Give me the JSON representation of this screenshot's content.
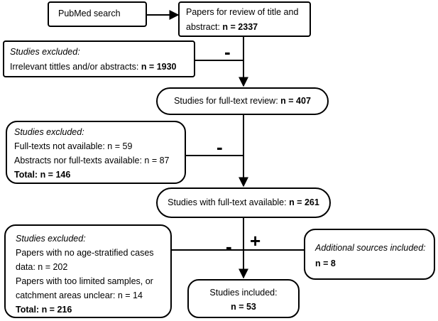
{
  "search": {
    "label": "PubMed search"
  },
  "review": {
    "line1": "Papers for review of title and",
    "line2_prefix": "abstract: ",
    "line2_value": "n = 2337"
  },
  "excluded1": {
    "heading": "Studies excluded:",
    "reason": "Irrelevant tittles and/or abstracts: ",
    "value": "n = 1930"
  },
  "fulltext_review": {
    "prefix": "Studies for full-text review: ",
    "value": "n = 407"
  },
  "excluded2": {
    "heading": "Studies excluded:",
    "line1": "Full-texts not available: n = 59",
    "line2": "Abstracts nor full-texts available: n = 87",
    "total": "Total: n = 146"
  },
  "available": {
    "prefix": "Studies with full-text available: ",
    "value": "n = 261"
  },
  "excluded3": {
    "heading": "Studies excluded:",
    "line1": "Papers with no age-stratified cases",
    "line2": "data:  n = 202",
    "line3": "Papers with too limited samples, or",
    "line4": "catchment areas unclear: n = 14",
    "total": "Total: n = 216"
  },
  "additional": {
    "heading": "Additional sources included:",
    "value": "n = 8"
  },
  "included": {
    "line1": "Studies included:",
    "value": "n = 53"
  },
  "operators": {
    "minus": "-",
    "plus": "+"
  }
}
